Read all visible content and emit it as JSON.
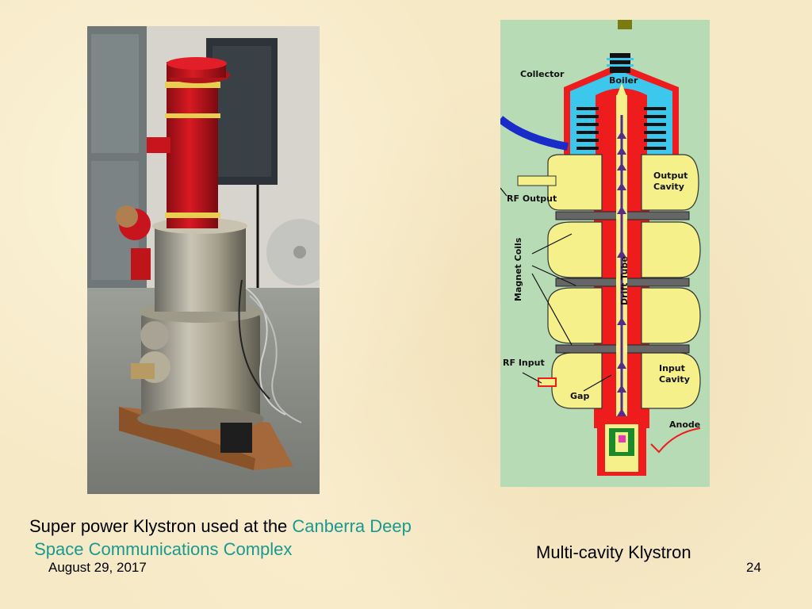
{
  "caption_left": {
    "part1": "Super power Klystron used at the ",
    "highlight1": "Canberra Deep",
    "highlight2": "Space Communications Complex"
  },
  "caption_right": "Multi-cavity Klystron",
  "footer": {
    "date": "August 29, 2017",
    "page_number": "24"
  },
  "diagram_labels": {
    "collector": "Collector",
    "boiler": "Boiler",
    "output_cavity_1": "Output",
    "output_cavity_2": "Cavity",
    "rf_output": "RF Output",
    "magnet_coils": "Magnet Coils",
    "drift_tube": "Drift Tube",
    "rf_input": "RF Input",
    "input_cavity_1": "Input",
    "input_cavity_2": "Cavity",
    "gap": "Gap",
    "anode": "Anode"
  },
  "colors": {
    "highlight": "#1a9a8e",
    "diagram_bg": "#b7dbb5",
    "cavity": "#f6f08a",
    "body": "#ee1c1c",
    "boiler": "#3cc8ec"
  }
}
